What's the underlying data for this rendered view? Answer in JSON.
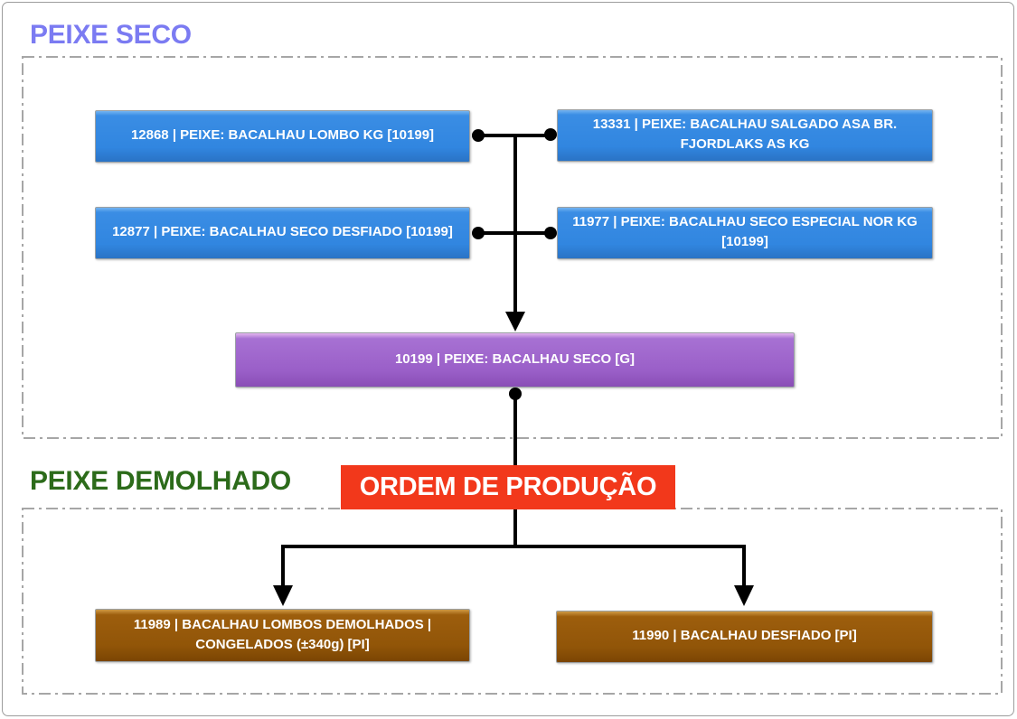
{
  "sections": {
    "top": {
      "title": "PEIXE SECO",
      "title_color": "#7b7bf2"
    },
    "bottom": {
      "title": "PEIXE DEMOLHADO",
      "title_color": "#2c6b1a"
    }
  },
  "production_order": {
    "label": "ORDEM DE PRODUÇÃO",
    "background": "#f2381b",
    "text_color": "#ffffff"
  },
  "nodes": [
    {
      "id": "12868",
      "label": "12868 | PEIXE: BACALHAU LOMBO KG [10199]",
      "type": "input",
      "section": "PEIXE SECO",
      "color": "#3186e0"
    },
    {
      "id": "13331",
      "label": "13331 | PEIXE: BACALHAU SALGADO ASA BR. FJORDLAKS AS KG",
      "type": "input",
      "section": "PEIXE SECO",
      "color": "#3186e0"
    },
    {
      "id": "12877",
      "label": "12877 | PEIXE: BACALHAU SECO DESFIADO [10199]",
      "type": "input",
      "section": "PEIXE SECO",
      "color": "#3186e0"
    },
    {
      "id": "11977",
      "label": "11977 | PEIXE: BACALHAU SECO ESPECIAL NOR KG [10199]",
      "type": "input",
      "section": "PEIXE SECO",
      "color": "#3186e0"
    },
    {
      "id": "10199",
      "label": "10199 | PEIXE: BACALHAU SECO [G]",
      "type": "intermediate",
      "section": "PEIXE SECO",
      "color": "#9a5fc8"
    },
    {
      "id": "11989",
      "label": "11989 | BACALHAU LOMBOS DEMOLHADOS | CONGELADOS (±340g) [PI]",
      "type": "output",
      "section": "PEIXE DEMOLHADO",
      "color": "#915508"
    },
    {
      "id": "11990",
      "label": "11990 | BACALHAU DESFIADO [PI]",
      "type": "output",
      "section": "PEIXE DEMOLHADO",
      "color": "#915508"
    }
  ],
  "edges": [
    {
      "from": "12868",
      "to": "10199"
    },
    {
      "from": "13331",
      "to": "10199"
    },
    {
      "from": "12877",
      "to": "10199"
    },
    {
      "from": "11977",
      "to": "10199"
    },
    {
      "from": "10199",
      "to": "11989",
      "via": "ORDEM DE PRODUÇÃO"
    },
    {
      "from": "10199",
      "to": "11990",
      "via": "ORDEM DE PRODUÇÃO"
    }
  ],
  "colors": {
    "connector": "#000000",
    "dashed_border": "#a6a6a6",
    "outer_frame": "#9c9c9c"
  }
}
